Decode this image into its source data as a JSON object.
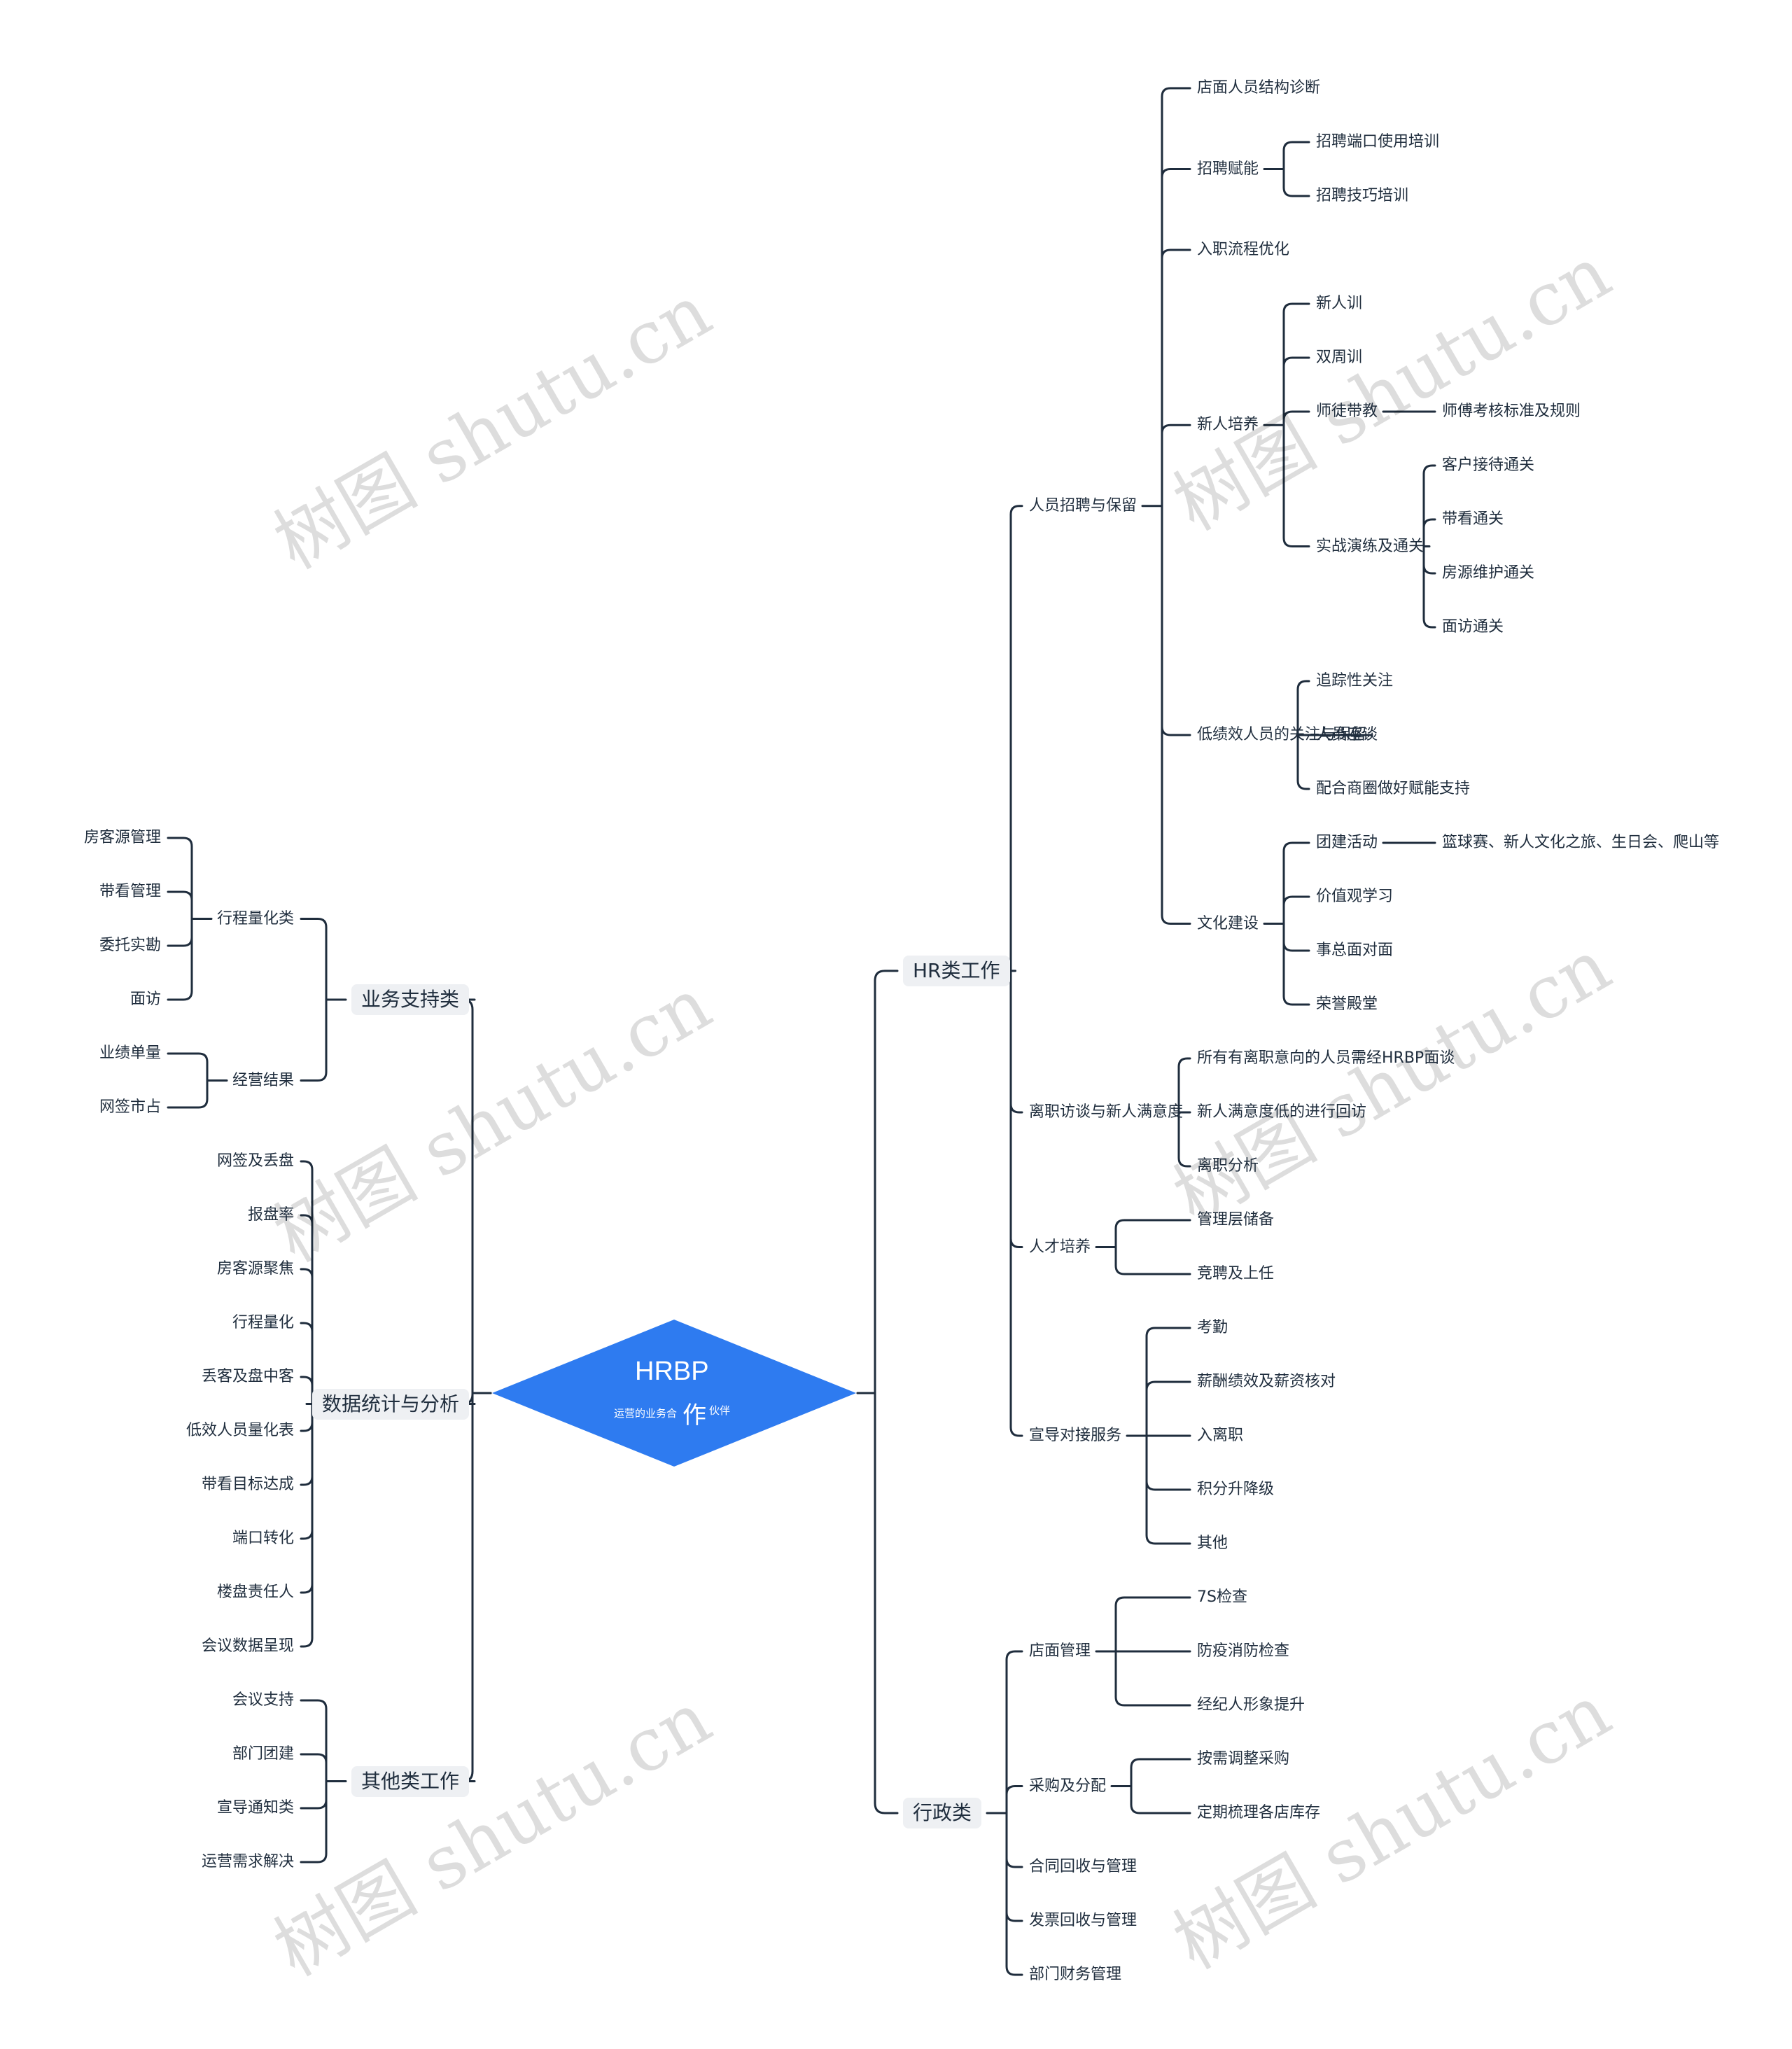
{
  "center": {
    "title": "HRBP",
    "char": "作",
    "subtitle_a": "运营的业务合",
    "subtitle_b": "伙伴",
    "color": "#2e7bf0"
  },
  "watermark": "树图 shutu.cn",
  "colors": {
    "line": "#1f2d3d",
    "text": "#1f2d3d",
    "branch_bg": "#eef0f3"
  },
  "right": [
    {
      "label": "HR类工作",
      "children": [
        {
          "label": "人员招聘与保留",
          "children": [
            {
              "label": "店面人员结构诊断"
            },
            {
              "label": "招聘赋能",
              "children": [
                {
                  "label": "招聘端口使用培训"
                },
                {
                  "label": "招聘技巧培训"
                }
              ]
            },
            {
              "label": "入职流程优化"
            },
            {
              "label": "新人培养",
              "children": [
                {
                  "label": "新人训"
                },
                {
                  "label": "双周训"
                },
                {
                  "label": "师徒带教",
                  "children": [
                    {
                      "label": "师傅考核标准及规则"
                    }
                  ]
                },
                {
                  "label": "实战演练及通关",
                  "children": [
                    {
                      "label": "客户接待通关"
                    },
                    {
                      "label": "带看通关"
                    },
                    {
                      "label": "房源维护通关"
                    },
                    {
                      "label": "面访通关"
                    }
                  ]
                }
              ]
            },
            {
              "label": "低绩效人员的关注与保留",
              "children": [
                {
                  "label": "追踪性关注"
                },
                {
                  "label": "人员座谈"
                },
                {
                  "label": "配合商圈做好赋能支持"
                }
              ]
            },
            {
              "label": "文化建设",
              "children": [
                {
                  "label": "团建活动",
                  "children": [
                    {
                      "label": "篮球赛、新人文化之旅、生日会、爬山等"
                    }
                  ]
                },
                {
                  "label": "价值观学习"
                },
                {
                  "label": "事总面对面"
                },
                {
                  "label": "荣誉殿堂"
                }
              ]
            }
          ]
        },
        {
          "label": "离职访谈与新人满意度",
          "children": [
            {
              "label": "所有有离职意向的人员需经HRBP面谈"
            },
            {
              "label": "新人满意度低的进行回访"
            },
            {
              "label": "离职分析"
            }
          ]
        },
        {
          "label": "人才培养",
          "children": [
            {
              "label": "管理层储备"
            },
            {
              "label": "竞聘及上任"
            }
          ]
        },
        {
          "label": "宣导对接服务",
          "children": [
            {
              "label": "考勤"
            },
            {
              "label": "薪酬绩效及薪资核对"
            },
            {
              "label": "入离职"
            },
            {
              "label": "积分升降级"
            },
            {
              "label": "其他"
            }
          ]
        }
      ]
    },
    {
      "label": "行政类",
      "children": [
        {
          "label": "店面管理",
          "children": [
            {
              "label": "7S检查"
            },
            {
              "label": "防疫消防检查"
            },
            {
              "label": "经纪人形象提升"
            }
          ]
        },
        {
          "label": "采购及分配",
          "children": [
            {
              "label": "按需调整采购"
            },
            {
              "label": "定期梳理各店库存"
            }
          ]
        },
        {
          "label": "合同回收与管理"
        },
        {
          "label": "发票回收与管理"
        },
        {
          "label": "部门财务管理"
        }
      ]
    }
  ],
  "left": [
    {
      "label": "业务支持类",
      "children": [
        {
          "label": "行程量化类",
          "children": [
            {
              "label": "房客源管理"
            },
            {
              "label": "带看管理"
            },
            {
              "label": "委托实勘"
            },
            {
              "label": "面访"
            }
          ]
        },
        {
          "label": "经营结果",
          "children": [
            {
              "label": "业绩单量"
            },
            {
              "label": "网签市占"
            }
          ]
        }
      ]
    },
    {
      "label": "数据统计与分析",
      "children": [
        {
          "label": "网签及丢盘"
        },
        {
          "label": "报盘率"
        },
        {
          "label": "房客源聚焦"
        },
        {
          "label": "行程量化"
        },
        {
          "label": "丢客及盘中客"
        },
        {
          "label": "低效人员量化表"
        },
        {
          "label": "带看目标达成"
        },
        {
          "label": "端口转化"
        },
        {
          "label": "楼盘责任人"
        },
        {
          "label": "会议数据呈现"
        }
      ]
    },
    {
      "label": "其他类工作",
      "children": [
        {
          "label": "会议支持"
        },
        {
          "label": "部门团建"
        },
        {
          "label": "宣导通知类"
        },
        {
          "label": "运营需求解决"
        }
      ]
    }
  ]
}
